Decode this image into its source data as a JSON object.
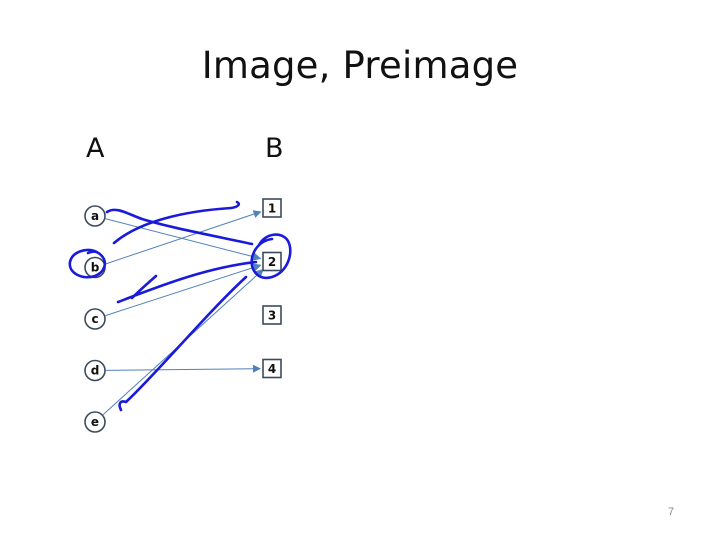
{
  "slide": {
    "title": "Image, Preimage",
    "page_number": "7"
  },
  "sets": {
    "domain_label": "A",
    "codomain_label": "B",
    "domain_elements": [
      "a",
      "b",
      "c",
      "d",
      "e"
    ],
    "codomain_elements": [
      "1",
      "2",
      "3",
      "4"
    ]
  },
  "mapping": [
    {
      "from": "a",
      "to": "2"
    },
    {
      "from": "b",
      "to": "1"
    },
    {
      "from": "c",
      "to": "2"
    },
    {
      "from": "d",
      "to": "4"
    },
    {
      "from": "e",
      "to": "2"
    }
  ],
  "colors": {
    "arrow": "#4f81bd",
    "ink": "#1a1adb",
    "node_border": "#3c4b5c",
    "text": "#111111"
  }
}
